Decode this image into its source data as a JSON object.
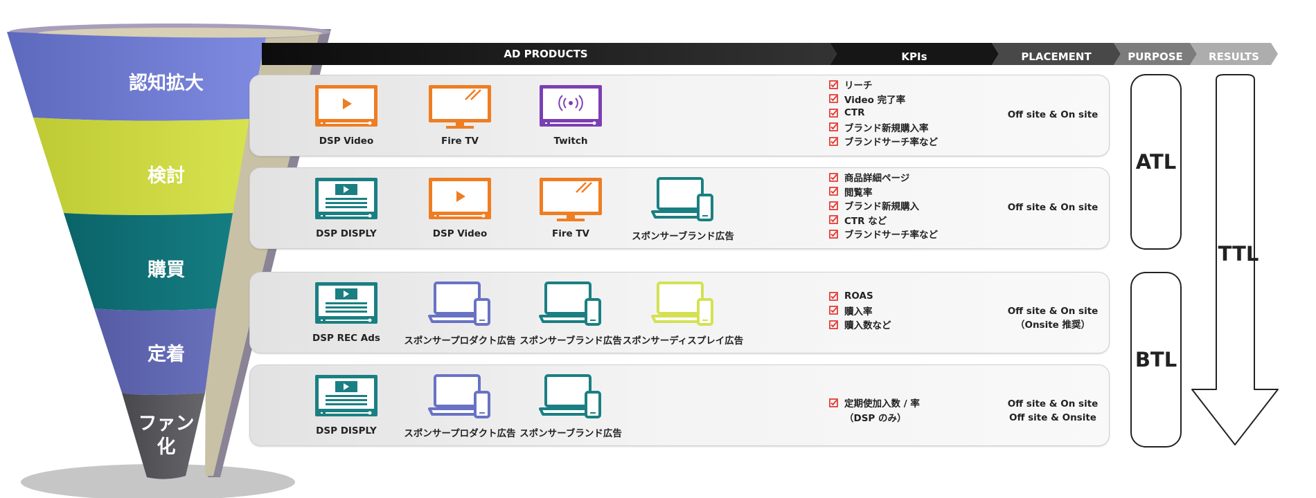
{
  "headers": {
    "ad_products": "AD PRODUCTS",
    "kpis": "KPIs",
    "placement": "PLACEMENT",
    "purpose": "PURPOSE",
    "results": "RESULTS"
  },
  "stages": [
    "認知拡大",
    "検討",
    "購買",
    "定着",
    "ファン化"
  ],
  "colors": {
    "orange": "#ef7d22",
    "purple": "#7b3fb4",
    "teal": "#1a7f82",
    "periwinkle": "#6872c4",
    "lime": "#d4e153",
    "funnel_blue": "#6d79d0",
    "funnel_lime": "#cdd942",
    "funnel_teal": "#0f7277",
    "funnel_indigo": "#5f66b0",
    "funnel_gray": "#55555a",
    "check_red": "#e33b34"
  },
  "rows": [
    {
      "products": [
        {
          "label": "DSP Video",
          "icon": "video-play-icon",
          "color": "orange"
        },
        {
          "label": "Fire TV",
          "icon": "tv-icon",
          "color": "orange"
        },
        {
          "label": "Twitch",
          "icon": "twitch-stream-icon",
          "color": "purple"
        }
      ],
      "kpis": [
        "リーチ",
        "Video 完了率",
        "CTR",
        "ブランド新規購入率",
        "ブランドサーチ率など"
      ],
      "placement": [
        "Off site & On site"
      ]
    },
    {
      "products": [
        {
          "label": "DSP DISPLY",
          "icon": "display-ad-icon",
          "color": "teal"
        },
        {
          "label": "DSP Video",
          "icon": "video-play-icon",
          "color": "orange"
        },
        {
          "label": "Fire TV",
          "icon": "tv-icon",
          "color": "orange"
        },
        {
          "label": "スポンサーブランド広告",
          "icon": "laptop-phone-icon",
          "color": "teal"
        }
      ],
      "kpis": [
        "商品詳細ページ",
        "閲覧率",
        "ブランド新規購入",
        "CTR など",
        "ブランドサーチ率など"
      ],
      "placement": [
        "Off site & On site"
      ]
    },
    {
      "products": [
        {
          "label": "DSP REC Ads",
          "icon": "display-ad-icon",
          "color": "teal"
        },
        {
          "label": "スポンサープロダクト広告",
          "icon": "laptop-phone-icon",
          "color": "periwinkle"
        },
        {
          "label": "スポンサーブランド広告",
          "icon": "laptop-phone-icon",
          "color": "teal"
        },
        {
          "label": "スポンサーディスプレイ広告",
          "icon": "laptop-phone-icon",
          "color": "lime"
        }
      ],
      "kpis": [
        "ROAS",
        "贖入率",
        "贖入数など"
      ],
      "placement": [
        "Off site & On site",
        "（Onsite 推奨）"
      ]
    },
    {
      "products": [
        {
          "label": "DSP DISPLY",
          "icon": "display-ad-icon",
          "color": "teal"
        },
        {
          "label": "スポンサープロダクト広告",
          "icon": "laptop-phone-icon",
          "color": "periwinkle"
        },
        {
          "label": "スポンサーブランド広告",
          "icon": "laptop-phone-icon",
          "color": "teal"
        }
      ],
      "kpis": [
        "定期使加入数 / 率"
      ],
      "kpi_sub": "（DSP のみ）",
      "placement": [
        "Off site & On site",
        "Off site & Onsite"
      ]
    }
  ],
  "purpose": {
    "atl": "ATL",
    "btl": "BTL"
  },
  "results": {
    "ttl": "TTL"
  }
}
